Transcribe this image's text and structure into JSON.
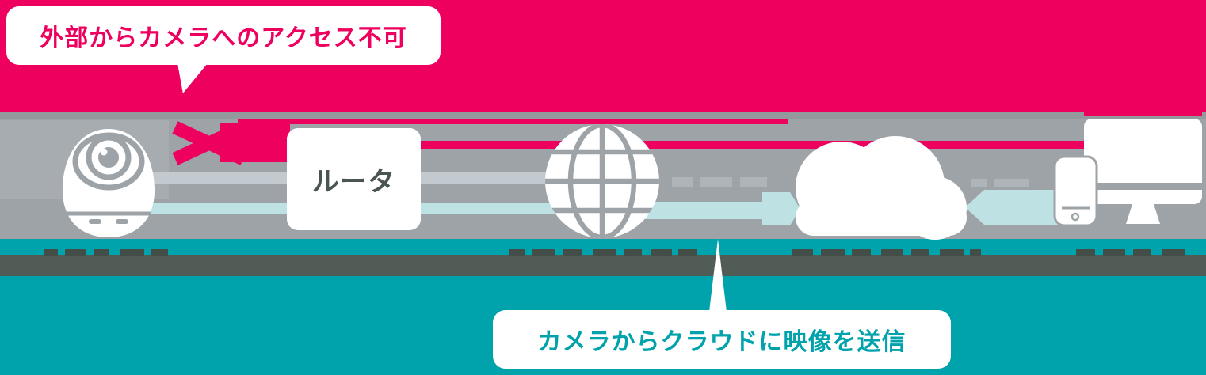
{
  "diagram": {
    "title_hint": "network camera cloud access diagram",
    "top_callout": {
      "text": "外部からカメラへのアクセス不可"
    },
    "bottom_callout": {
      "text": "カメラからクラウドに映像を送信"
    },
    "router": {
      "label": "ルータ"
    },
    "icons": [
      "security-camera-icon",
      "router-box",
      "internet-globe-icon",
      "cloud-icon",
      "smartphone-icon",
      "desktop-monitor-icon",
      "blocked-x-icon",
      "upload-arrow-icon",
      "device-to-cloud-arrow-icon"
    ],
    "obscured_band": {
      "note": "dark stripe with unreadable covered label text"
    }
  },
  "colors": {
    "pink": "#EE005F",
    "teal": "#00A2AC",
    "band_gray": "#9DA3A7",
    "boundary_gray": "#94999E",
    "bar_gray": "#C3CACF",
    "bar_teal": "#BEE2E4",
    "dark_stripe": "#525C57",
    "stripe_mark": "#434E49",
    "router_text": "#4A5450",
    "white": "#FFFFFF"
  }
}
